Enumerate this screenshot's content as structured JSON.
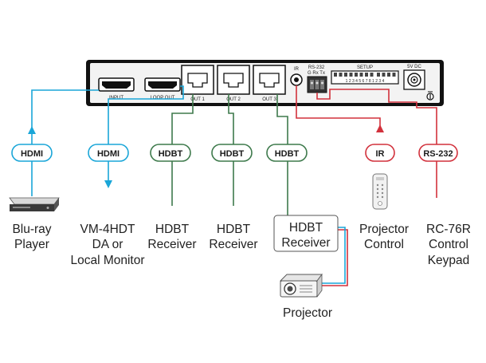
{
  "panel": {
    "ports": {
      "input": "INPUT",
      "loop_out": "LOOP OUT",
      "out1": "OUT 1",
      "out2": "OUT 2",
      "out3": "OUT 3",
      "ir": "IR",
      "rs232": "RS-232",
      "rs232_pins": "G  Rx Tx",
      "setup": "SETUP",
      "setup_numbers": "1 2 3 4 5 6 7 8 1 2 3 4",
      "power": "5V DC"
    }
  },
  "badges": {
    "hdmi_in": "HDMI",
    "hdmi_out": "HDMI",
    "hdbt1": "HDBT",
    "hdbt2": "HDBT",
    "hdbt3": "HDBT",
    "ir": "IR",
    "rs232": "RS-232"
  },
  "devices": {
    "bluray": [
      "Blu-ray",
      "Player"
    ],
    "vm4hdt": [
      "VM-4HDT",
      "DA or",
      "Local Monitor"
    ],
    "hdbt_receiver1": [
      "HDBT",
      "Receiver"
    ],
    "hdbt_receiver2": [
      "HDBT",
      "Receiver"
    ],
    "hdbt_receiver3": [
      "HDBT",
      "Receiver"
    ],
    "projector_control": [
      "Projector",
      "Control"
    ],
    "rc76r": [
      "RC-76R",
      "Control",
      "Keypad"
    ],
    "projector": "Projector"
  },
  "colors": {
    "hdmi": "#1aa6d8",
    "hdbt": "#3e7a4c",
    "control": "#d2313c",
    "panel": "#111111"
  }
}
